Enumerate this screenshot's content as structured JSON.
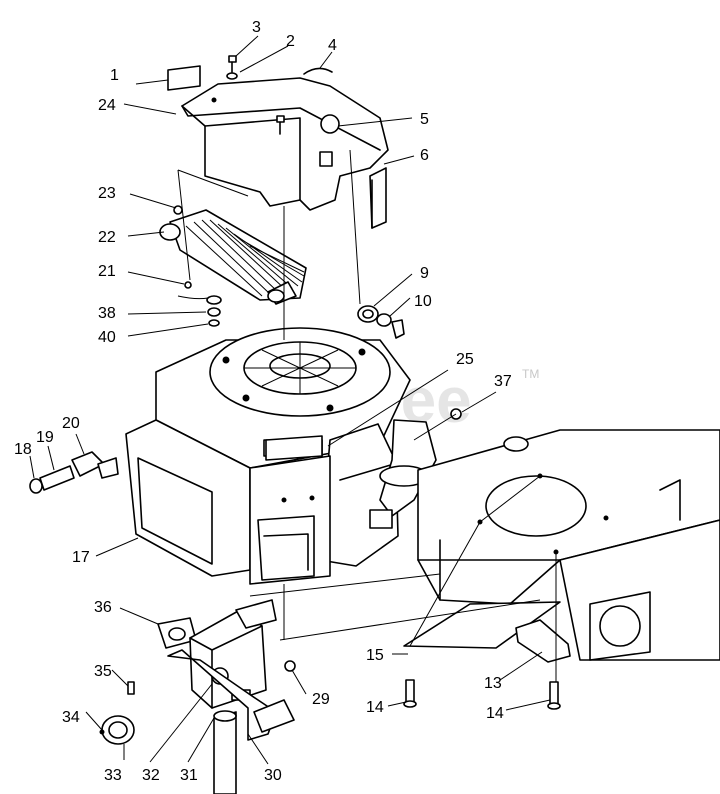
{
  "diagram": {
    "watermark": "PartsTree",
    "watermark_tm": "TM",
    "callouts": [
      {
        "id": "c1",
        "label": "1"
      },
      {
        "id": "c2",
        "label": "2"
      },
      {
        "id": "c3",
        "label": "3"
      },
      {
        "id": "c4",
        "label": "4"
      },
      {
        "id": "c5",
        "label": "5"
      },
      {
        "id": "c6",
        "label": "6"
      },
      {
        "id": "c9",
        "label": "9"
      },
      {
        "id": "c10",
        "label": "10"
      },
      {
        "id": "c13",
        "label": "13"
      },
      {
        "id": "c14a",
        "label": "14"
      },
      {
        "id": "c14b",
        "label": "14"
      },
      {
        "id": "c15",
        "label": "15"
      },
      {
        "id": "c17",
        "label": "17"
      },
      {
        "id": "c18",
        "label": "18"
      },
      {
        "id": "c19",
        "label": "19"
      },
      {
        "id": "c20",
        "label": "20"
      },
      {
        "id": "c21",
        "label": "21"
      },
      {
        "id": "c22",
        "label": "22"
      },
      {
        "id": "c23",
        "label": "23"
      },
      {
        "id": "c24",
        "label": "24"
      },
      {
        "id": "c25",
        "label": "25"
      },
      {
        "id": "c29",
        "label": "29"
      },
      {
        "id": "c30",
        "label": "30"
      },
      {
        "id": "c31",
        "label": "31"
      },
      {
        "id": "c32",
        "label": "32"
      },
      {
        "id": "c33",
        "label": "33"
      },
      {
        "id": "c34",
        "label": "34"
      },
      {
        "id": "c35",
        "label": "35"
      },
      {
        "id": "c36",
        "label": "36"
      },
      {
        "id": "c37",
        "label": "37"
      },
      {
        "id": "c38",
        "label": "38"
      },
      {
        "id": "c40",
        "label": "40"
      }
    ]
  }
}
